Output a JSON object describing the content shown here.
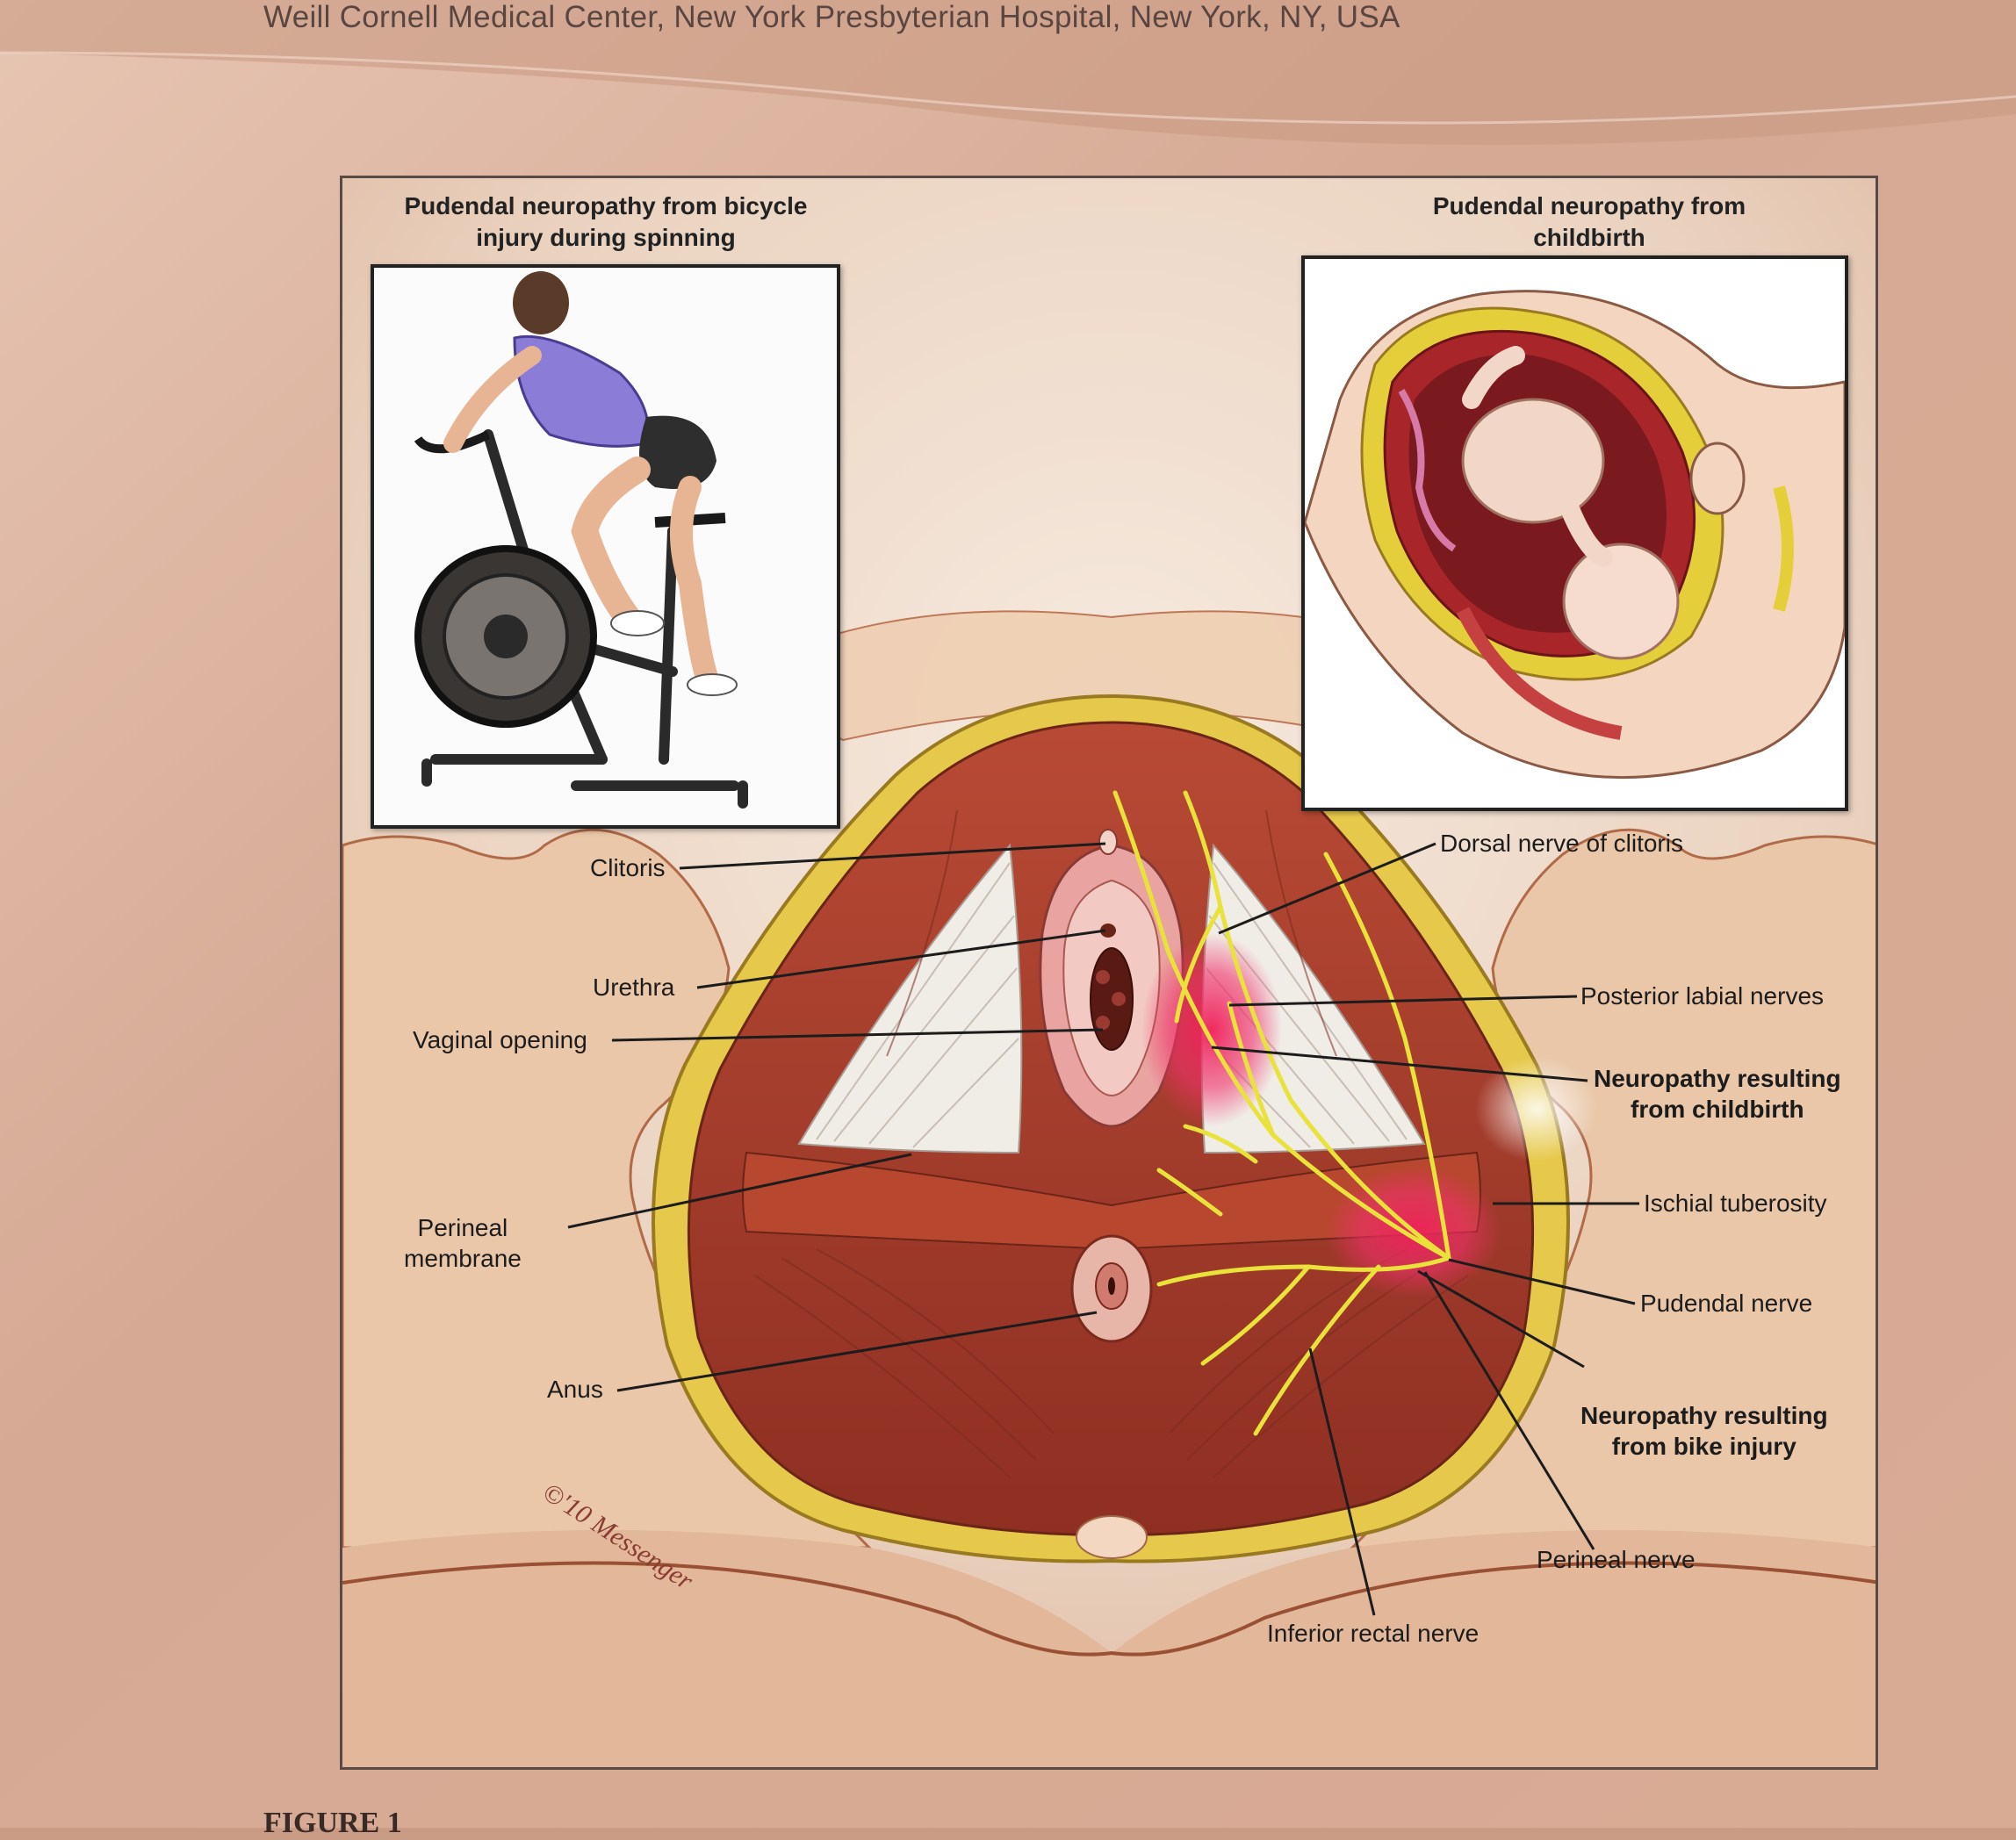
{
  "header": {
    "affiliation": "Weill Cornell Medical Center, New York Presbyterian Hospital, New York, NY, USA"
  },
  "figure": {
    "caption": "FIGURE 1",
    "watermark": "©'10 Messenger",
    "insets": {
      "bike": {
        "title": "Pudendal neuropathy from bicycle\ninjury during spinning"
      },
      "childbirth": {
        "title": "Pudendal neuropathy from\nchildbirth"
      }
    },
    "labels": {
      "clitoris": "Clitoris",
      "urethra": "Urethra",
      "vaginal_opening": "Vaginal opening",
      "perineal_membrane": "Perineal\nmembrane",
      "anus": "Anus",
      "dorsal_nerve": "Dorsal nerve of clitoris",
      "posterior_labial": "Posterior labial nerves",
      "neuropathy_childbirth": "Neuropathy resulting\nfrom childbirth",
      "ischial_tuberosity": "Ischial tuberosity",
      "pudendal_nerve": "Pudendal nerve",
      "neuropathy_bike": "Neuropathy resulting\nfrom bike injury",
      "perineal_nerve": "Perineal nerve",
      "inferior_rectal": "Inferior rectal nerve"
    }
  },
  "colors": {
    "muscle": "#a8402e",
    "nerve": "#e8e23a",
    "fat": "#e9cf45",
    "skin": "#e8c3a4",
    "inflammation": "#f0205a"
  }
}
